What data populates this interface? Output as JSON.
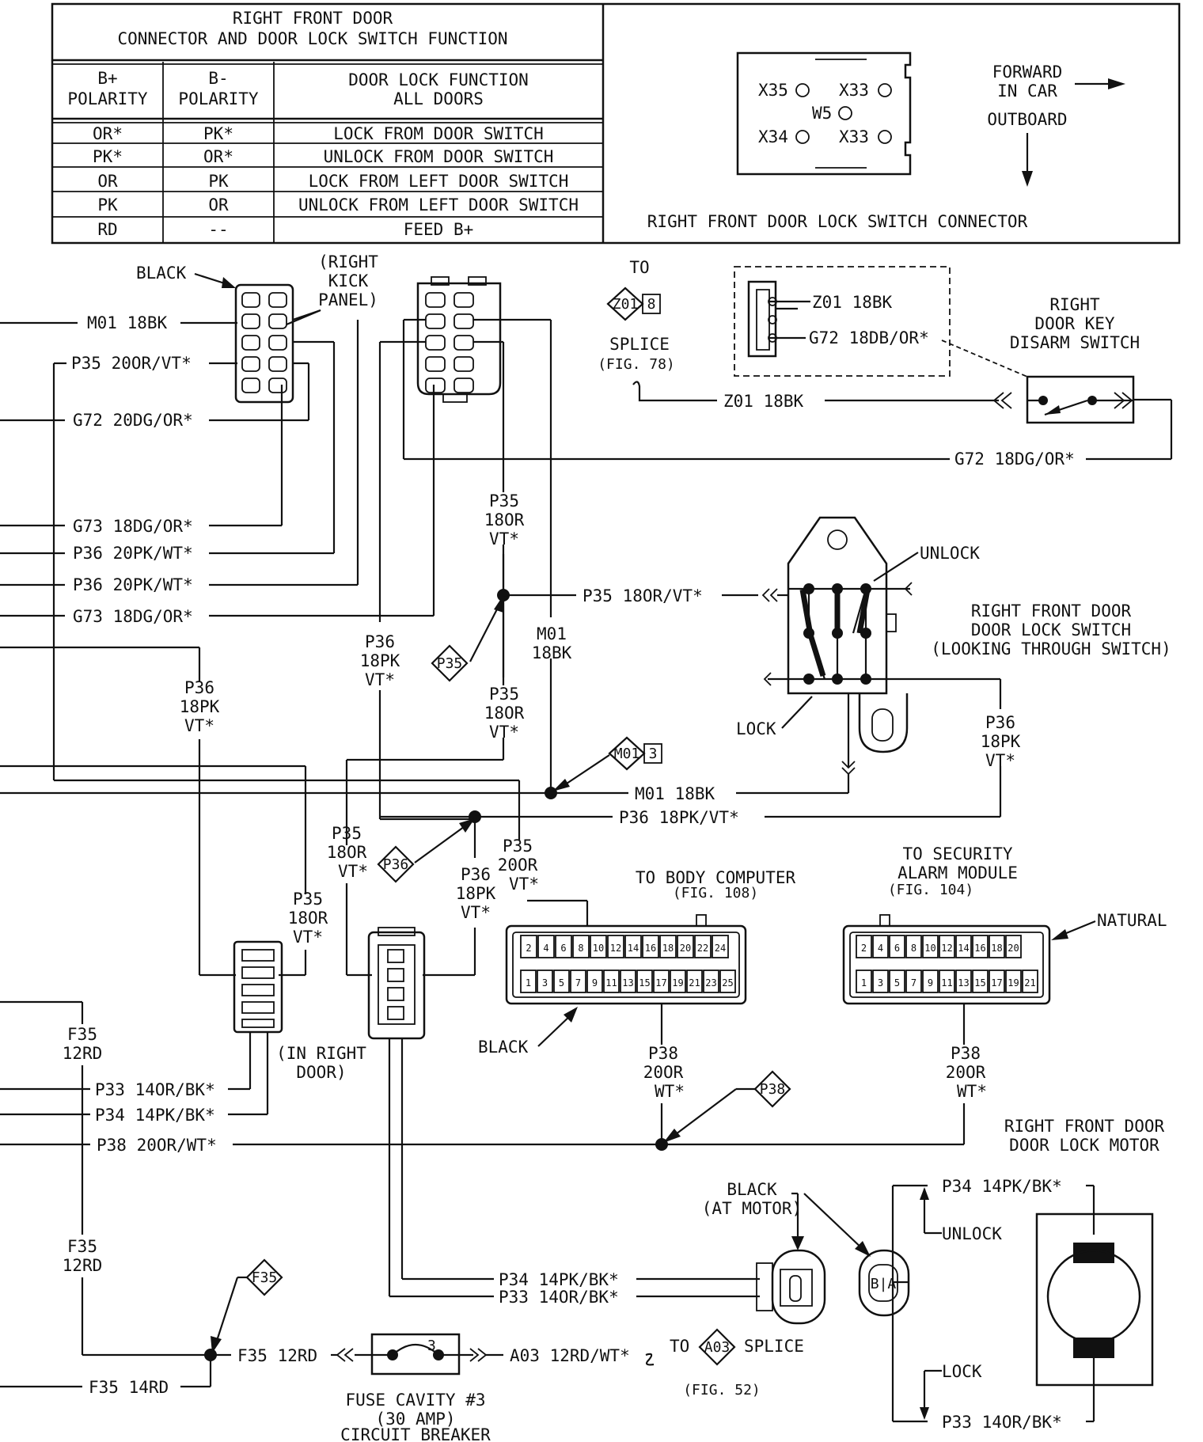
{
  "table": {
    "title_line1": "RIGHT FRONT DOOR",
    "title_line2": "CONNECTOR AND DOOR LOCK SWITCH FUNCTION",
    "col_headers": [
      [
        "B+",
        "POLARITY"
      ],
      [
        "B-",
        "POLARITY"
      ],
      [
        "DOOR LOCK FUNCTION",
        "ALL DOORS"
      ]
    ],
    "rows": [
      [
        "OR*",
        "PK*",
        "LOCK FROM DOOR SWITCH"
      ],
      [
        "PK*",
        "OR*",
        "UNLOCK FROM DOOR SWITCH"
      ],
      [
        "OR",
        "PK",
        "LOCK FROM LEFT DOOR SWITCH"
      ],
      [
        "PK",
        "OR",
        "UNLOCK FROM LEFT DOOR SWITCH"
      ],
      [
        "RD",
        "--",
        "FEED B+"
      ]
    ]
  },
  "connector_view": {
    "pins": [
      "X35",
      "X33",
      "W5",
      "X34",
      "X33"
    ],
    "forward": [
      "FORWARD",
      "IN CAR"
    ],
    "outboard": "OUTBOARD",
    "caption": "RIGHT FRONT DOOR LOCK SWITCH CONNECTOR"
  },
  "labels": {
    "black_top": "BLACK",
    "kick_panel": [
      "(RIGHT",
      "KICK",
      "PANEL)"
    ],
    "m01_18bk": "M01 18BK",
    "p35_20": "P35 20OR/VT*",
    "g72_20": "G72 20DG/OR*",
    "g73_18a": "G73 18DG/OR*",
    "p36_20a": "P36 20PK/WT*",
    "p36_20b": "P36 20PK/WT*",
    "g73_18b": "G73 18DG/OR*",
    "to": "TO",
    "splice_z01": "Z01",
    "splice_z01_num": "8",
    "splice_fig78": [
      "SPLICE",
      "(FIG. 78)"
    ],
    "z01_18bk_top": "Z01 18BK",
    "g72_18db": "G72 18DB/OR*",
    "z01_18bk_mid": "Z01 18BK",
    "g72_18dg": "G72 18DG/OR*",
    "disarm_title": [
      "RIGHT",
      "DOOR KEY",
      "DISARM SWITCH"
    ],
    "p35_18_vert1": [
      "P35",
      "18OR",
      "VT*"
    ],
    "p35_18_horiz": "P35 18OR/VT*",
    "unlock_top": "UNLOCK",
    "switch_title": [
      "RIGHT FRONT DOOR",
      "DOOR LOCK SWITCH",
      "(LOOKING THROUGH SWITCH)"
    ],
    "p35_diamond": "P35",
    "p36_18_vert1": [
      "P36",
      "18PK",
      "VT*"
    ],
    "m01_vert": [
      "M01",
      "18BK"
    ],
    "p35_18_vert2": [
      "P35",
      "18OR",
      "VT*"
    ],
    "p36_18_vert2": [
      "P36",
      "18PK",
      "VT*"
    ],
    "lock_label": "LOCK",
    "p36_18_vert3": [
      "P36",
      "18PK",
      "VT*"
    ],
    "m01_diamond": "M01",
    "m01_diamond_num": "3",
    "m01_18bk_horiz": "M01 18BK",
    "p36_18_horiz": "P36 18PK/VT*",
    "p35_18_vert3": [
      "P35",
      "18OR",
      "VT*"
    ],
    "p36_diamond": "P36",
    "p35_20_vert": [
      "P35",
      "20OR",
      "VT*"
    ],
    "p36_18_vert4": [
      "P36",
      "18PK",
      "VT*"
    ],
    "p35_18_vert4": [
      "P35",
      "18OR",
      "VT*"
    ],
    "body_computer": [
      "TO BODY COMPUTER",
      "(FIG. 108)"
    ],
    "security_module": [
      "TO SECURITY",
      "ALARM MODULE",
      "(FIG. 104)"
    ],
    "natural": "NATURAL",
    "body_top_pins": [
      "2",
      "4",
      "6",
      "8",
      "10",
      "12",
      "14",
      "16",
      "18",
      "20",
      "22",
      "24"
    ],
    "body_bot_pins": [
      "1",
      "3",
      "5",
      "7",
      "9",
      "11",
      "13",
      "15",
      "17",
      "19",
      "21",
      "23",
      "25"
    ],
    "sec_top_pins": [
      "2",
      "4",
      "6",
      "8",
      "10",
      "12",
      "14",
      "16",
      "18",
      "20"
    ],
    "sec_bot_pins": [
      "1",
      "3",
      "5",
      "7",
      "9",
      "11",
      "13",
      "15",
      "17",
      "19",
      "21"
    ],
    "black_body": "BLACK",
    "f35_vert1": [
      "F35",
      "12RD"
    ],
    "in_right_door": [
      "(IN RIGHT",
      "DOOR)"
    ],
    "p33_14": "P33 14OR/BK*",
    "p34_14": "P34 14PK/BK*",
    "p38_20": "P38 20OR/WT*",
    "p38_vert1": [
      "P38",
      "20OR",
      "WT*"
    ],
    "p38_vert2": [
      "P38",
      "20OR",
      "WT*"
    ],
    "p38_diamond": "P38",
    "motor_title": [
      "RIGHT FRONT DOOR",
      "DOOR LOCK MOTOR"
    ],
    "black_at_motor": [
      "BLACK",
      "(AT MOTOR)"
    ],
    "p34_motor": "P34 14PK/BK*",
    "unlock_motor": "UNLOCK",
    "lock_motor": "LOCK",
    "p33_motor": "P33 14OR/BK*",
    "p34_bottom": "P34 14PK/BK*",
    "p33_bottom": "P33 14OR/BK*",
    "f35_vert2": [
      "F35",
      "12RD"
    ],
    "f35_diamond": "F35",
    "f35_12rd": "F35 12RD",
    "f35_14rd": "F35 14RD",
    "fuse_num": "3",
    "a03": "A03 12RD/WT*",
    "to_a03": "TO",
    "a03_diamond": "A03",
    "a03_splice": "SPLICE",
    "fig52": "(FIG. 52)",
    "fuse_caption": [
      "FUSE CAVITY #3",
      "(30 AMP)",
      "CIRCUIT BREAKER"
    ]
  }
}
